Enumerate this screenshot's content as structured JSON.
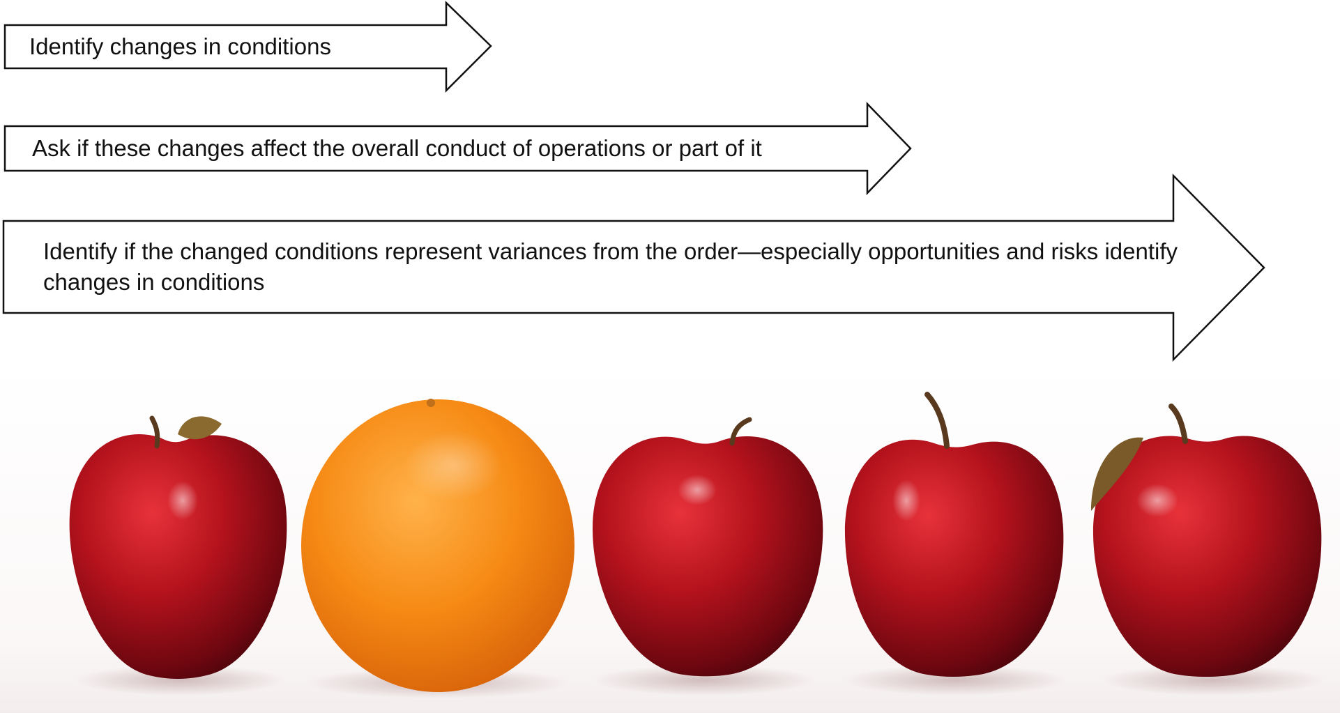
{
  "steps": [
    {
      "text": "Identify changes in conditions"
    },
    {
      "text": "Ask if these changes affect the overall conduct of operations or part of it"
    },
    {
      "text": "Identify if the changed conditions represent variances from the order—especially opportunities and risks identify changes in conditions"
    }
  ],
  "fruits": [
    {
      "kind": "apple",
      "icon": "red-apple-icon"
    },
    {
      "kind": "orange",
      "icon": "orange-icon"
    },
    {
      "kind": "apple",
      "icon": "red-apple-icon"
    },
    {
      "kind": "apple",
      "icon": "red-apple-icon"
    },
    {
      "kind": "apple",
      "icon": "red-apple-icon"
    }
  ],
  "colors": {
    "arrow_stroke": "#111111",
    "apple_red": "#b3121c",
    "orange": "#f68a14"
  }
}
